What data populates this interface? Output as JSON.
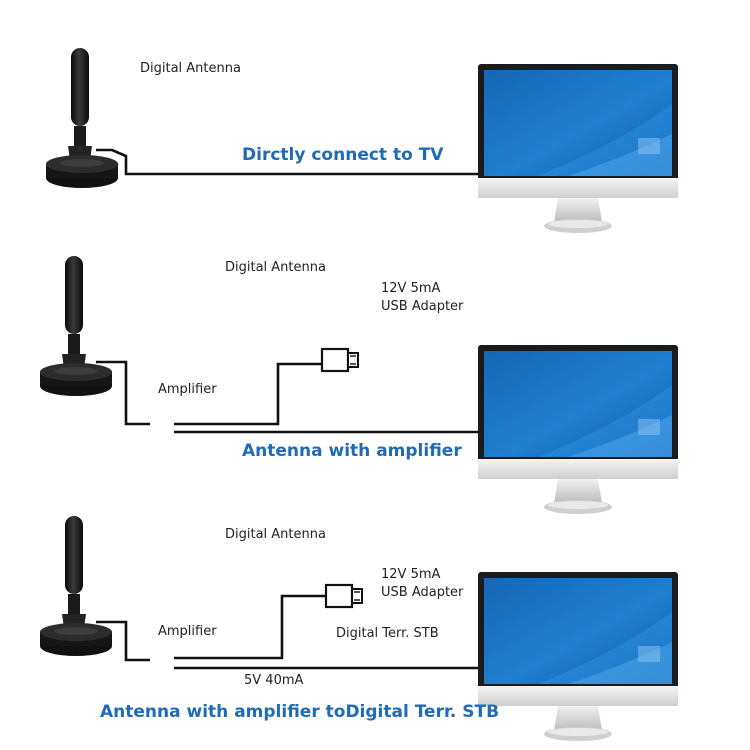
{
  "sections": [
    {
      "antenna_label": "Digital Antenna",
      "caption": "Dirctly connect to TV"
    },
    {
      "antenna_label": "Digital Antenna",
      "amplifier_label": "Amplifier",
      "power_label_line1": "12V 5mA",
      "power_label_line2": "USB Adapter",
      "caption": "Antenna with amplifier"
    },
    {
      "antenna_label": "Digital Antenna",
      "amplifier_label": "Amplifier",
      "power_label_line1": "12V 5mA",
      "power_label_line2": "USB Adapter",
      "stb_label": "Digital Terr. STB",
      "current_label": "5V 40mA",
      "caption": "Antenna with amplifier toDigital Terr. STB"
    }
  ],
  "colors": {
    "caption": "#1f6bb5",
    "cable": "#111111",
    "screen": "#1a73c4",
    "bezel": "#1b1b1b",
    "stand": "#d9d9d9"
  },
  "icons": [
    "antenna-icon",
    "tv-monitor-icon",
    "usb-plug-icon"
  ]
}
